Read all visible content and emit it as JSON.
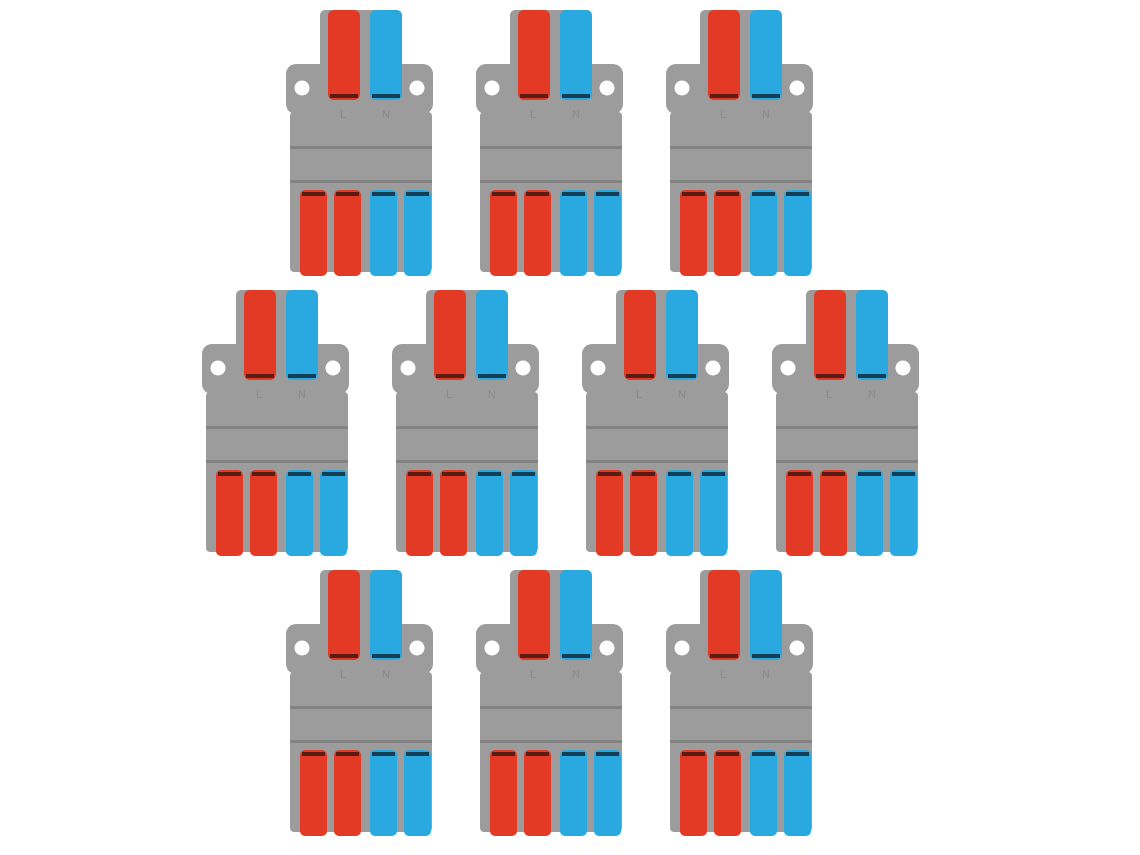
{
  "colors": {
    "housing": "#9c9c9c",
    "housing_dark": "#838383",
    "red_lever": "#e23a24",
    "blue_lever": "#29a9df",
    "background": "#ffffff"
  },
  "connectors": [
    {
      "labels": {
        "left": "L",
        "right": "N"
      }
    },
    {
      "labels": {
        "left": "L",
        "right": "N"
      }
    },
    {
      "labels": {
        "left": "L",
        "right": "N"
      }
    },
    {
      "labels": {
        "left": "L",
        "right": "N"
      }
    },
    {
      "labels": {
        "left": "L",
        "right": "N"
      }
    },
    {
      "labels": {
        "left": "L",
        "right": "N"
      }
    },
    {
      "labels": {
        "left": "L",
        "right": "N"
      }
    },
    {
      "labels": {
        "left": "L",
        "right": "N"
      }
    },
    {
      "labels": {
        "left": "L",
        "right": "N"
      }
    },
    {
      "labels": {
        "left": "L",
        "right": "N"
      }
    }
  ]
}
